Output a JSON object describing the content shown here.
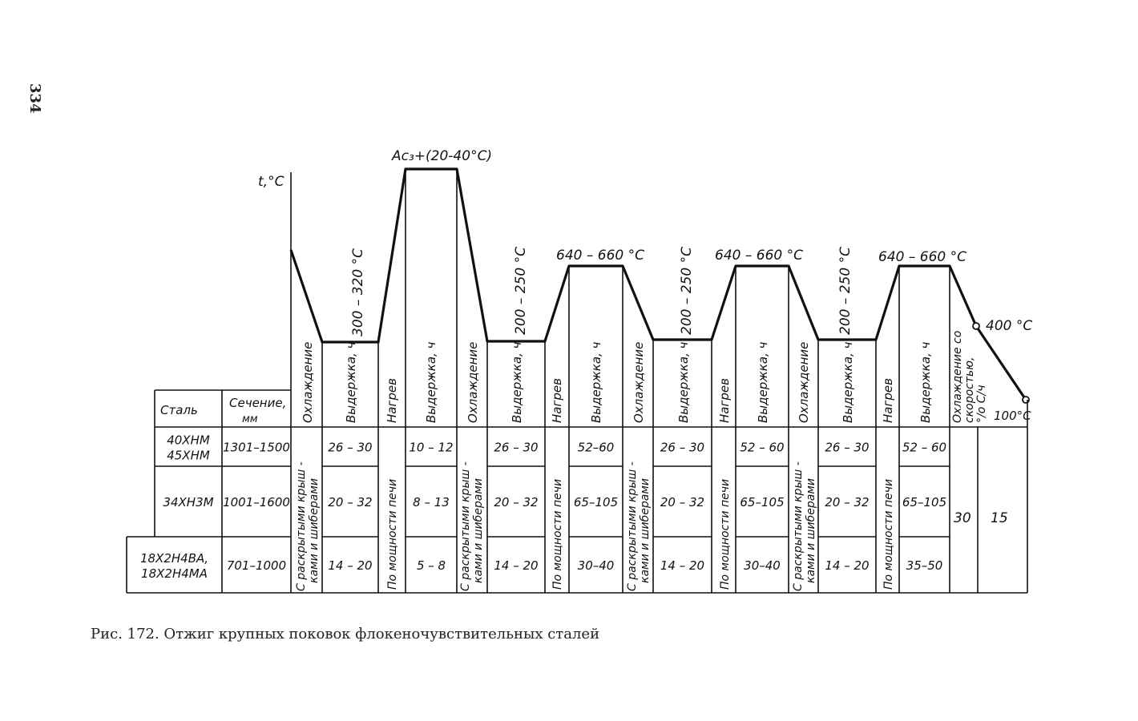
{
  "page_number": "334",
  "caption": "Рис. 172. Отжиг крупных поковок флокеночувствительных сталей",
  "axis_label": "t,°C",
  "temps": {
    "quench_top": "Ac₃+(20-40°C)",
    "hold1": "300 – 320 °C",
    "hold2": "200 – 250 °C",
    "hold3": "640 – 660 °C",
    "hold4": "200 – 250 °C",
    "hold5": "640 – 660 °C",
    "hold6": "200 – 250 °C",
    "hold7": "640 – 660 °C",
    "point_400": "400 °C",
    "point_100": "100°C"
  },
  "headers": {
    "steel": "Сталь",
    "section": "Сечение,",
    "section_unit": "мм",
    "cool": "Охлаждение",
    "hold": "Выдержка, ч",
    "heat": "Нагрев",
    "final_cool_1": "Охлаждение со",
    "final_cool_2": "скоростью,",
    "final_cool_3": "°/о С/ч"
  },
  "merged": {
    "cool_1": "С раскрытыми крыш -",
    "cool_2": "ками и шиберами",
    "heat": "По мощности печи"
  },
  "rows": [
    {
      "steel_1": "40ХНМ",
      "steel_2": "45ХНМ",
      "section": "1301–1500",
      "h1": "26 – 30",
      "h2": "10 – 12",
      "h3": "26 – 30",
      "h4": "52–60",
      "h5": "26 – 30",
      "h6": "52 – 60",
      "h7": "26 – 30",
      "h8": "52 – 60"
    },
    {
      "steel_1": "34ХН3М",
      "steel_2": "",
      "section": "1001–1600",
      "h1": "20 – 32",
      "h2": "8 – 13",
      "h3": "20 – 32",
      "h4": "65–105",
      "h5": "20 – 32",
      "h6": "65–105",
      "h7": "20 – 32",
      "h8": "65–105"
    },
    {
      "steel_1": "18Х2Н4ВА,",
      "steel_2": "18Х2Н4МА",
      "section": "701–1000",
      "h1": "14 – 20",
      "h2": "5 – 8",
      "h3": "14 – 20",
      "h4": "30–40",
      "h5": "14 – 20",
      "h6": "30–40",
      "h7": "14 – 20",
      "h8": "35–50"
    }
  ],
  "final_rates": {
    "r1": "30",
    "r2": "15"
  }
}
